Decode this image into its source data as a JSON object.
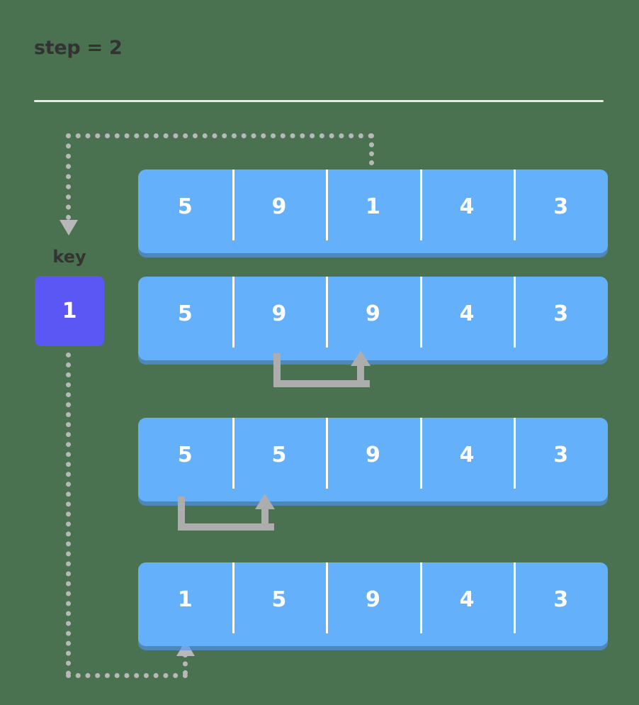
{
  "title": "step = 2",
  "key": {
    "label": "key",
    "value": "1"
  },
  "colors": {
    "background": "#4a7150",
    "cell": "#65b0fb",
    "cell_shadow": "#5096f5",
    "key_box": "#5b57f5",
    "arrow": "#adadad",
    "dotted": "#b8b8b8",
    "text_dark": "#333333",
    "rule": "#e8e8e8"
  },
  "rows": [
    {
      "name": "row-initial",
      "cells": [
        "5",
        "9",
        "1",
        "4",
        "3"
      ]
    },
    {
      "name": "row-shift-1",
      "cells": [
        "5",
        "9",
        "9",
        "4",
        "3"
      ]
    },
    {
      "name": "row-shift-2",
      "cells": [
        "5",
        "5",
        "9",
        "4",
        "3"
      ]
    },
    {
      "name": "row-inserted",
      "cells": [
        "1",
        "5",
        "9",
        "4",
        "3"
      ]
    }
  ]
}
